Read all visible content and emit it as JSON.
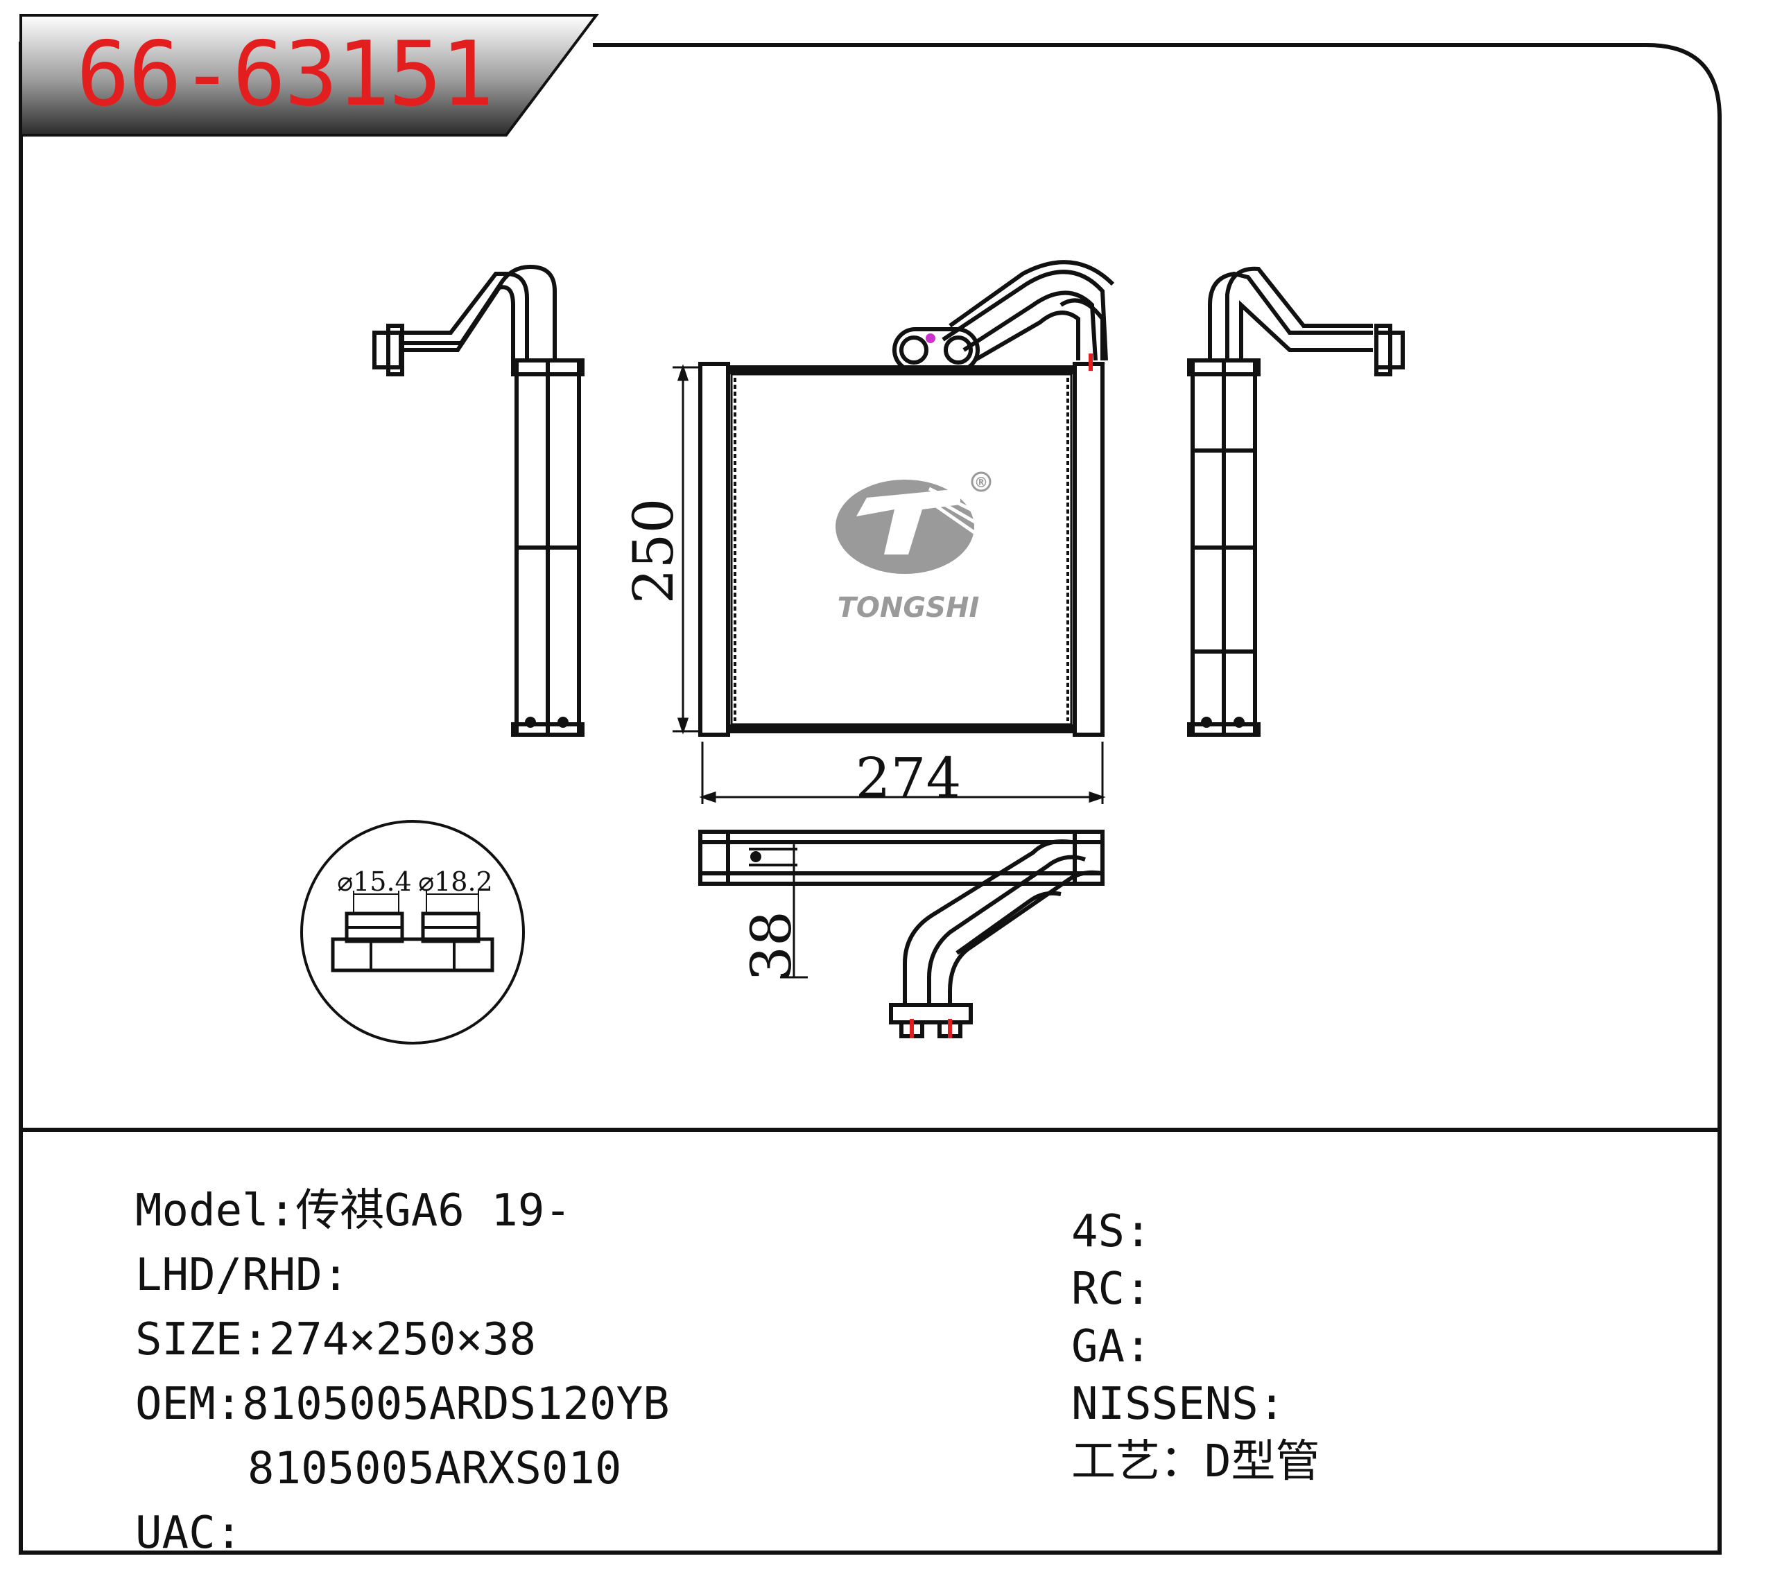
{
  "part_number": "66-63151",
  "dimensions": {
    "width": "274",
    "height": "250",
    "depth": "38"
  },
  "fitting_labels": {
    "d1": "⌀15.4",
    "d2": "⌀18.2"
  },
  "logo": {
    "text": "TONGSHI",
    "mark": "®"
  },
  "specs_left": [
    {
      "label": "Model:",
      "value": "传祺GA6 19-"
    },
    {
      "label": "LHD/RHD:",
      "value": ""
    },
    {
      "label": "SIZE:",
      "value": "274×250×38"
    },
    {
      "label": "OEM:",
      "value": "8105005ARDS120YB"
    },
    {
      "label": "",
      "value": "8105005ARXS010"
    },
    {
      "label": "UAC:",
      "value": ""
    }
  ],
  "specs_right": [
    {
      "label": "4S:",
      "value": ""
    },
    {
      "label": "RC:",
      "value": ""
    },
    {
      "label": "GA:",
      "value": ""
    },
    {
      "label": "NISSENS:",
      "value": ""
    },
    {
      "label": "工艺：",
      "value": "D型管"
    }
  ],
  "colors": {
    "part_number": "#e31e1e",
    "accent_red": "#e31e1e",
    "line": "#111111",
    "logo_gray": "#9a9a9a"
  }
}
